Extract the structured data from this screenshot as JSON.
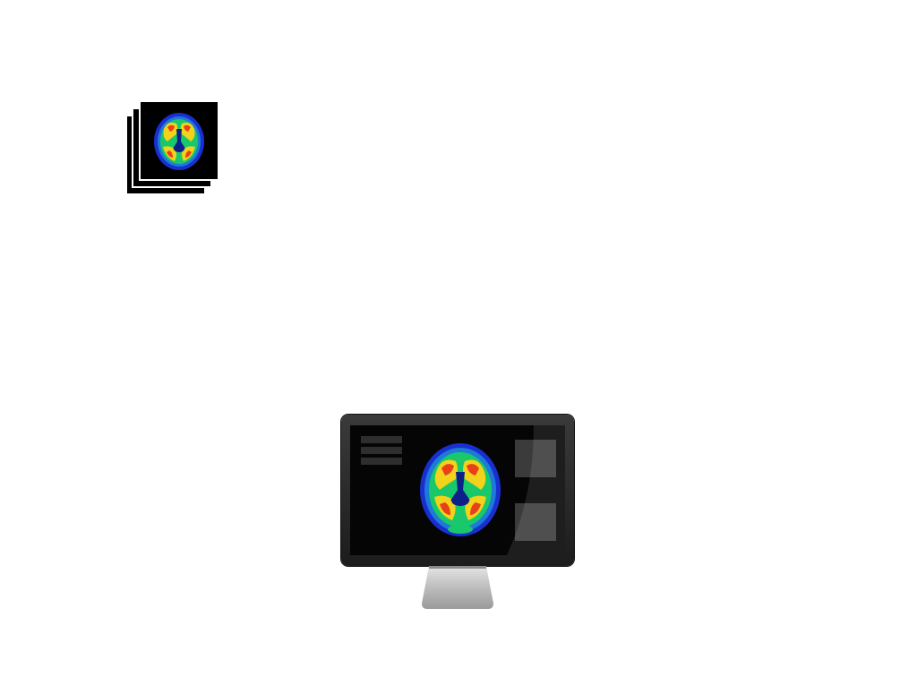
{
  "colors": {
    "background": "#ffffff",
    "scan_background": "#000000",
    "pet_low": "#1a2fd0",
    "pet_mid": "#19c86a",
    "pet_high": "#f2d21a",
    "pet_peak": "#e8401a",
    "bezel": "#222222",
    "screen_panel": "#3b3b3b",
    "stand": "#c8c8c8"
  },
  "icons": {
    "scan_stack": "stacked-brain-scan-slices-icon",
    "monitor": "computer-monitor-icon",
    "brain": "brain-pet-scan-icon"
  },
  "scan_stack": {
    "slice_count": 3
  },
  "monitor_screen": {
    "menu_line_count": 3,
    "side_panel_count": 2
  }
}
